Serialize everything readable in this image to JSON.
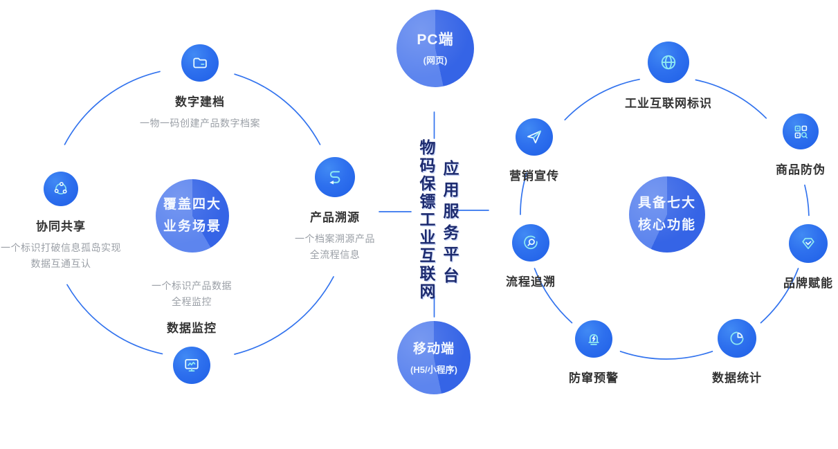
{
  "palette": {
    "node_blue": "#2e70ee",
    "hub_light_blue": "#5d85ee",
    "hub_dark_blue": "#3564e6",
    "line_blue": "#3273ee",
    "title_text": "#333333",
    "subtitle_text": "#9a9fa6",
    "platform_navy": "#1c2a6e",
    "icon_cyan": "#8ee9f2",
    "icon_white": "#eafcff"
  },
  "center": {
    "top_circle": {
      "title": "PC端",
      "subtitle": "(网页)"
    },
    "bottom_circle": {
      "title": "移动端",
      "subtitle": "(H5/小程序)"
    },
    "vertical_left": "物码保镖工业互联网",
    "vertical_right": "应用服务平台"
  },
  "left_cluster": {
    "hub": {
      "line1": "覆盖四大",
      "line2": "业务场景"
    },
    "nodes": [
      {
        "icon": "folder-icon",
        "title": "数字建档",
        "sub1": "一物一码创建产品数字档案"
      },
      {
        "icon": "share-network-icon",
        "title": "协同共享",
        "sub1": "一个标识打破信息孤岛实现",
        "sub2": "数据互通互认"
      },
      {
        "icon": "trace-route-icon",
        "title": "产品溯源",
        "sub1": "一个档案溯源产品",
        "sub2": "全流程信息"
      },
      {
        "icon": "monitor-chart-icon",
        "title": "数据监控",
        "sub1": "一个标识产品数据",
        "sub2": "全程监控"
      }
    ]
  },
  "right_cluster": {
    "hub": {
      "line1": "具备七大",
      "line2": "核心功能"
    },
    "nodes": [
      {
        "icon": "globe-icon",
        "title": "工业互联网标识"
      },
      {
        "icon": "paper-plane-icon",
        "title": "营销宣传"
      },
      {
        "icon": "qr-search-icon",
        "title": "商品防伪"
      },
      {
        "icon": "search-cycle-icon",
        "title": "流程追溯"
      },
      {
        "icon": "gem-check-icon",
        "title": "品牌赋能"
      },
      {
        "icon": "siren-bolt-icon",
        "title": "防窜预警"
      },
      {
        "icon": "pie-chart-icon",
        "title": "数据统计"
      }
    ]
  }
}
